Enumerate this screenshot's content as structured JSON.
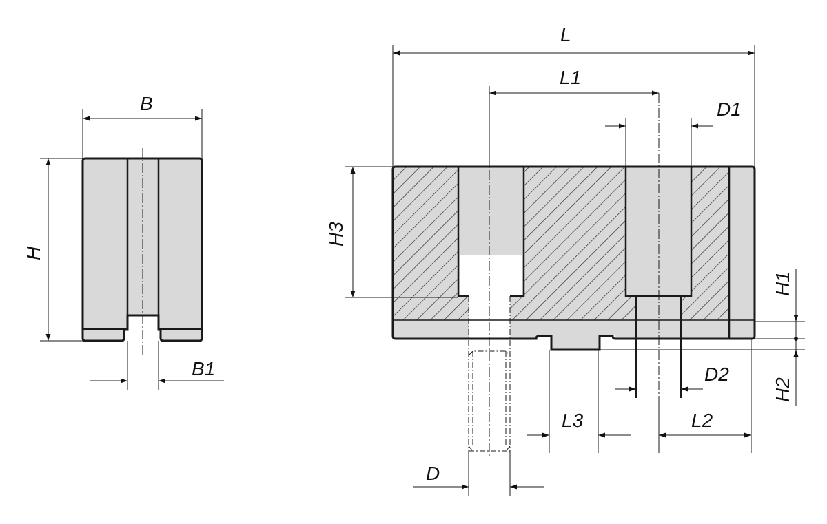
{
  "labels": {
    "B": "B",
    "H": "H",
    "B1": "B1",
    "L": "L",
    "L1": "L1",
    "D1": "D1",
    "H3": "H3",
    "H1": "H1",
    "H2": "H2",
    "D2": "D2",
    "L3": "L3",
    "L2": "L2",
    "D": "D"
  },
  "colors": {
    "fill": "#d9d9d9",
    "line": "#1a1a1a"
  }
}
